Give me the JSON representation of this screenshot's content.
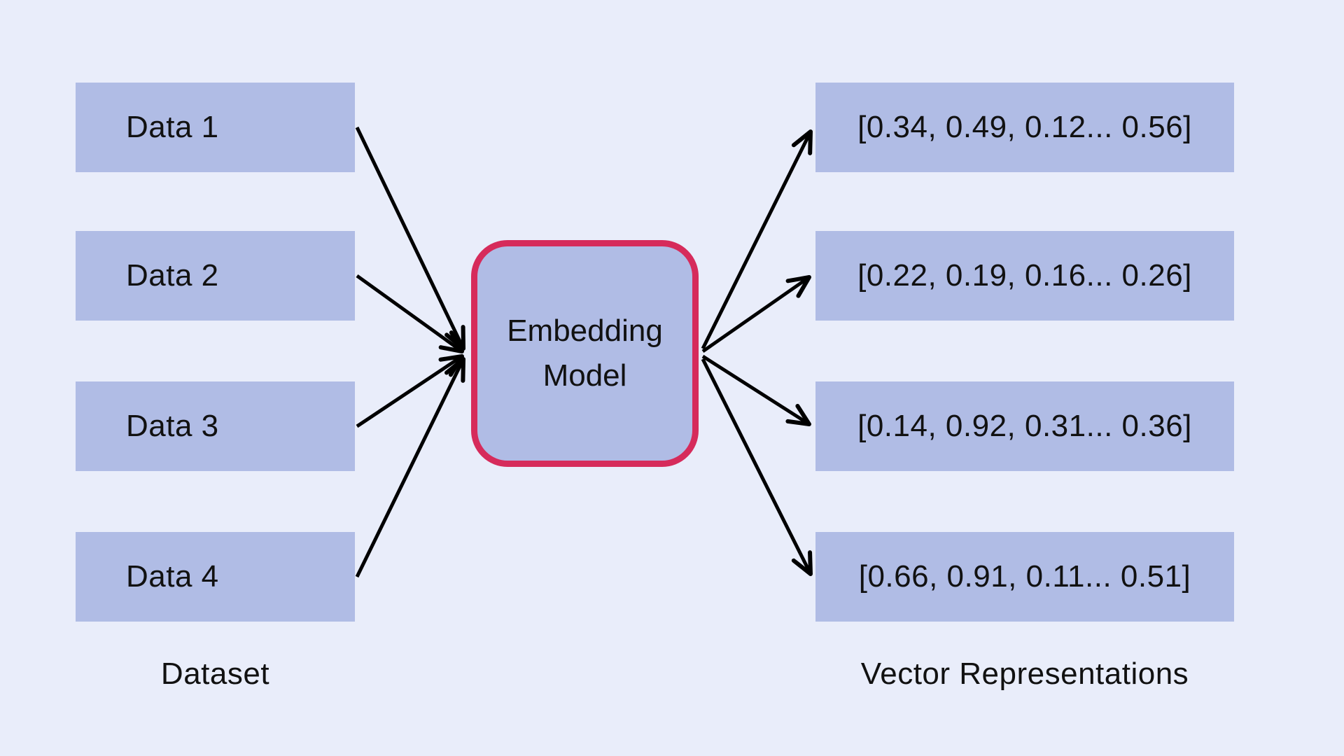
{
  "diagram_title": "Embedding Model diagram",
  "colors": {
    "background": "#e9edfa",
    "box_fill": "#b0bce5",
    "model_border": "#d62b5b",
    "text": "#111111",
    "arrow": "#000000"
  },
  "dataset": {
    "column_label": "Dataset",
    "items": [
      {
        "label": "Data 1"
      },
      {
        "label": "Data 2"
      },
      {
        "label": "Data 3"
      },
      {
        "label": "Data 4"
      }
    ]
  },
  "model": {
    "line1": "Embedding",
    "line2": "Model"
  },
  "vectors": {
    "column_label": "Vector Representations",
    "items": [
      {
        "text": "[0.34, 0.49, 0.12... 0.56]"
      },
      {
        "text": "[0.22, 0.19, 0.16... 0.26]"
      },
      {
        "text": "[0.14, 0.92, 0.31... 0.36]"
      },
      {
        "text": "[0.66, 0.91, 0.11... 0.51]"
      }
    ]
  }
}
